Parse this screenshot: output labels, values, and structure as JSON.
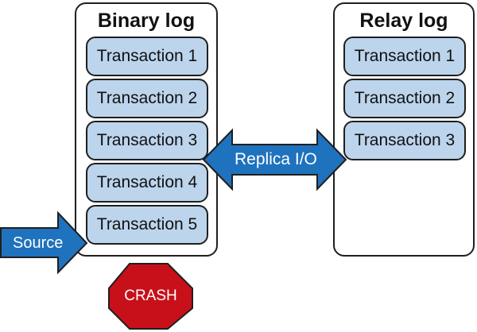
{
  "binary_log": {
    "title": "Binary log",
    "transactions": [
      "Transaction 1",
      "Transaction 2",
      "Transaction 3",
      "Transaction 4",
      "Transaction 5"
    ]
  },
  "relay_log": {
    "title": "Relay log",
    "transactions": [
      "Transaction 1",
      "Transaction 2",
      "Transaction 3"
    ]
  },
  "arrows": {
    "replica_io": "Replica I/O",
    "source": "Source"
  },
  "crash": {
    "label": "CRASH"
  },
  "colors": {
    "transaction_fill": "#bcd5ed",
    "arrow_fill": "#1f72bd",
    "crash_fill": "#c8101a",
    "border": "#1f1f1f"
  }
}
